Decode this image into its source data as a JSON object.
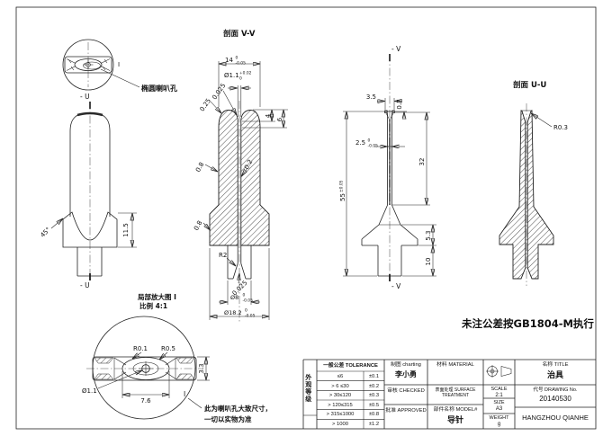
{
  "meta": {
    "note_general_tolerance": "未注公差按GB1804-M执行"
  },
  "views": {
    "top_view": {
      "label": "I",
      "callout": "椭圆喇叭孔"
    },
    "front_view": {
      "mark_top": "- U",
      "mark_bottom": "- U",
      "dim_angle": "45°",
      "dim_height": "11.5"
    },
    "section_vv": {
      "title": "剖面 V-V",
      "dim_width": {
        "v": "14",
        "t": "0",
        "b": "-0.05"
      },
      "dim_hole": {
        "v": "Ø1.1",
        "t": "+0.02",
        "b": "0"
      },
      "dim_chamfer": "0.25",
      "dim_notch": "0.025",
      "dim_d4": "4",
      "dim_d6": "6",
      "dim_wall_upper": "0.8",
      "dim_slot": "0.2",
      "dim_wall_lower": "0.8",
      "dim_r2": "R2",
      "dim_slot_end": "0.025",
      "dim_stem": {
        "v": "Ø8",
        "t": "0",
        "b": "-0.05"
      },
      "dim_flange": {
        "v": "Ø18.2",
        "t": "0",
        "b": "-0.05"
      }
    },
    "side_view": {
      "mark_top": "- V",
      "mark_bottom": "- V",
      "dim_tip_w": "3.5",
      "dim_tip_h": "0.7",
      "dim_shaft": {
        "v": "2.5",
        "t": "0",
        "b": "-0.05"
      },
      "dim_total": {
        "v": "55",
        "t": "±0.05"
      },
      "dim_shaft_len": "32",
      "dim_flange_h": "5.3",
      "dim_stem_h": "10"
    },
    "section_uu": {
      "title": "剖面 U-U",
      "dim_tip_r": "R0.3"
    },
    "detail_view": {
      "title_line1": "局部放大图 I",
      "title_line2": "比例 4:1",
      "label": "I",
      "dim_r01": "R0.1",
      "dim_r05": "R0.5",
      "dim_h": "3.3",
      "dim_hole": "Ø1.1",
      "dim_w": "7.6",
      "note_line1": "此为喇叭孔大致尺寸，",
      "note_line2": "一切以实物为准"
    }
  },
  "title_block": {
    "surface_grade": "外观等级",
    "tolerance_table": {
      "header": "一般公差 TOLERANCE",
      "rows": [
        {
          "range": "≤6",
          "tol": "±0.1"
        },
        {
          "range": "> 6 ≤30",
          "tol": "±0.2"
        },
        {
          "range": "> 30≤120",
          "tol": "±0.3"
        },
        {
          "range": "> 120≤315",
          "tol": "±0.5"
        },
        {
          "range": "> 315≤1000",
          "tol": "±0.8"
        },
        {
          "range": "> 1000",
          "tol": "±1.2"
        }
      ]
    },
    "charting_label": "制图 charting",
    "charting_name": "李小勇",
    "checked_label": "审核 CHECKED",
    "approved_label": "批准 APPROVED",
    "material_label": "材料 MATERIAL",
    "surface_label": "表面处理 SURFACE TREATMENT",
    "model_label": "部件名称 MODEL#",
    "model_value": "导针",
    "title_label": "名称 TITLE",
    "title_value": "治具",
    "scale_label": "SCALE",
    "scale_value": "2:1",
    "size_label": "SIZE",
    "size_value": "A3",
    "weight_label": "WEIGHT",
    "weight_value": "g",
    "drawing_no_label": "代号 DRAWING No.",
    "drawing_no_value": "20140530",
    "company": "HANGZHOU QIANHE"
  }
}
